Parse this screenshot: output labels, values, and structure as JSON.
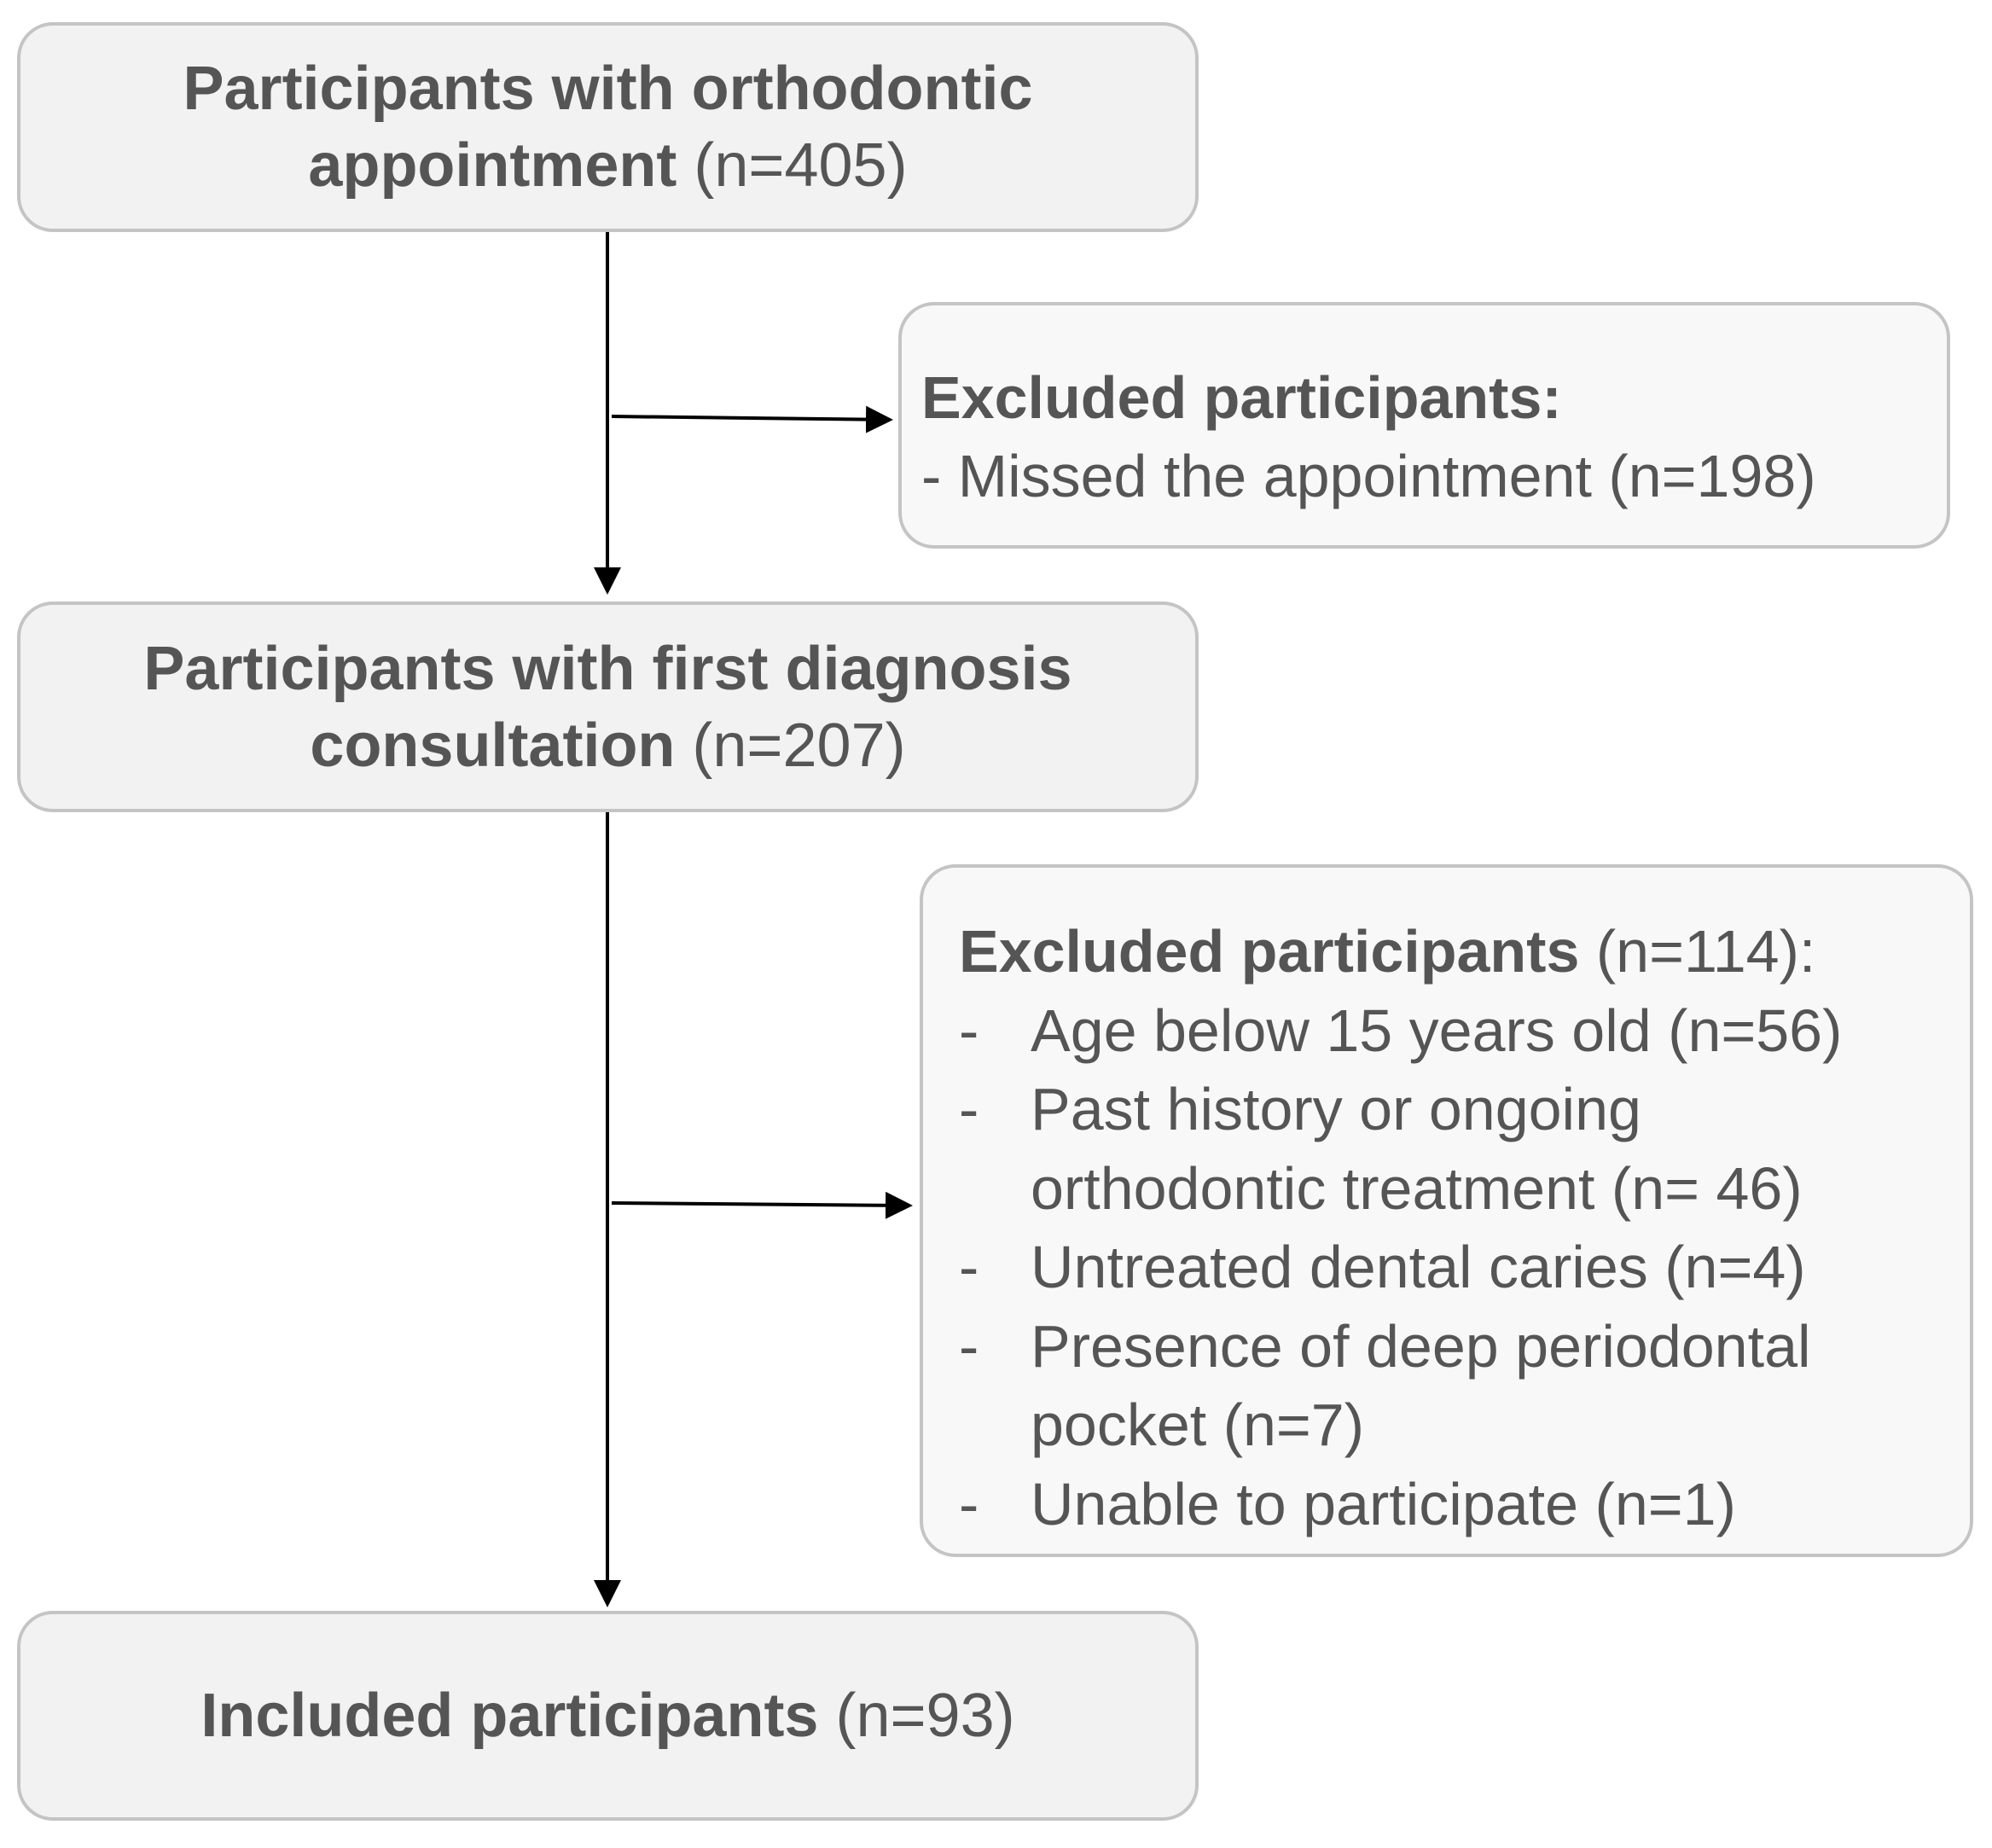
{
  "boxes": {
    "appointment": {
      "line1_bold": "Participants with orthodontic",
      "line2_bold": "appointment",
      "line2_count": " (n=405)"
    },
    "excluded_1": {
      "heading_bold": "Excluded participants:",
      "item": "- Missed the appointment (n=198)"
    },
    "first_diagnosis": {
      "line1_bold": "Participants with first diagnosis",
      "line2_bold": "consultation",
      "line2_count": " (n=207)"
    },
    "excluded_2": {
      "heading_bold": "Excluded participants",
      "heading_count": " (n=114):",
      "items": [
        {
          "dash": "-",
          "lines": [
            "Age below 15 years old (n=56)"
          ]
        },
        {
          "dash": "-",
          "lines": [
            "Past history or ongoing",
            "orthodontic treatment (n= 46)"
          ]
        },
        {
          "dash": "-",
          "lines": [
            "Untreated dental caries (n=4)"
          ]
        },
        {
          "dash": "-",
          "lines": [
            "Presence of deep periodontal",
            "pocket (n=7)"
          ]
        },
        {
          "dash": "-",
          "lines": [
            "Unable to participate (n=1)"
          ]
        }
      ]
    },
    "included": {
      "label_bold": "Included participants",
      "count": " (n=93)"
    }
  },
  "colors": {
    "box_border": "#c4c4c4",
    "main_box_fill": "#f2f2f2",
    "excluded_box_fill": "#f8f8f8",
    "text": "#555555",
    "arrow": "#000000"
  }
}
